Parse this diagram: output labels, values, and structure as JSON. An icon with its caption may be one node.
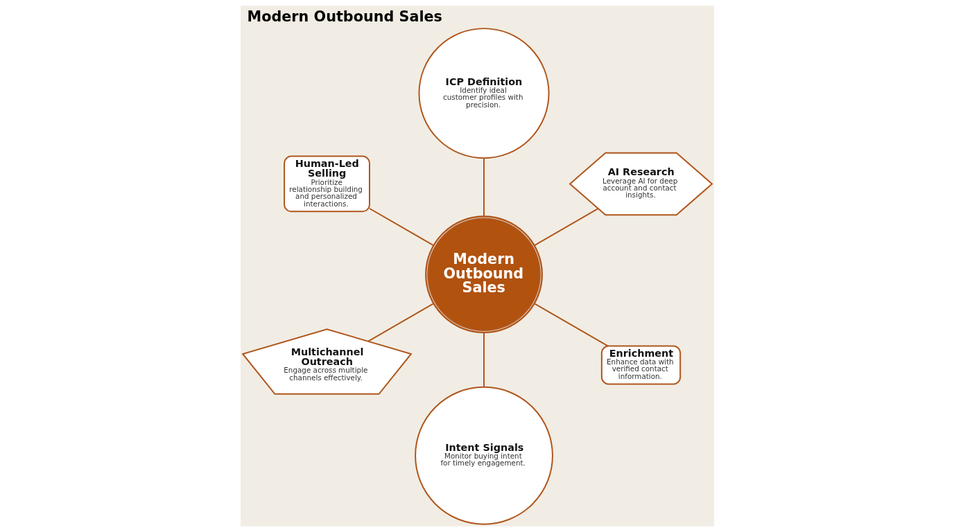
{
  "diagram": {
    "title": "Modern Outbound Sales",
    "nodes": [
      {
        "text": [
          "Modern Outbound Sales"
        ]
      },
      {
        "text": [
          "ICP Definition",
          "Identify ideal customer profiles with precision."
        ]
      },
      {
        "text": [
          "AI Research",
          "Leverage AI for deep account and contact insights."
        ]
      },
      {
        "text": [
          "Enrichment",
          "Enhance data with verified contact information."
        ]
      },
      {
        "text": [
          "Intent Signals",
          "Monitor buying intent for timely engagement."
        ]
      },
      {
        "text": [
          "Multichannel Outreach",
          "Engage across multiple channels effectively."
        ]
      },
      {
        "text": [
          "Human-Led Selling",
          "Prioritize relationship building and personalized interactions."
        ]
      }
    ],
    "edges": [
      {
        "from": 0,
        "to": 2,
        "arrow": "none"
      },
      {
        "from": 0,
        "to": 1,
        "arrow": "none"
      },
      {
        "from": 0,
        "to": 6,
        "arrow": "none"
      },
      {
        "from": 0,
        "to": 5,
        "arrow": "none"
      },
      {
        "from": 0,
        "to": 4,
        "arrow": "none"
      },
      {
        "from": 0,
        "to": 3,
        "arrow": "none"
      }
    ]
  }
}
